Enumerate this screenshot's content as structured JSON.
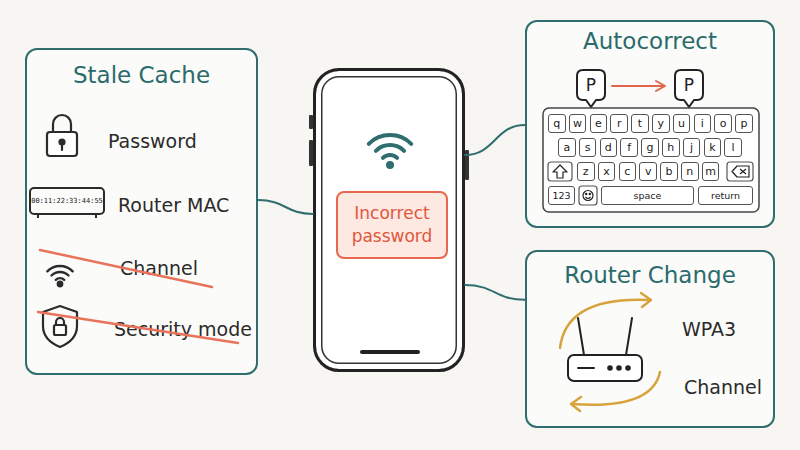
{
  "diagram": {
    "nodes": [
      {
        "text": [
          "Stale Cache",
          "Password",
          "Router MAC",
          "Channel",
          "Security mode"
        ]
      },
      {
        "text": []
      },
      {
        "text": [
          "Incorrect password"
        ],
        "in": 1
      },
      {
        "text": [
          "Autocorrect"
        ]
      },
      {
        "text": [
          "Router Change",
          "WPA3",
          "Channel"
        ]
      }
    ],
    "edges": [
      {
        "from": 0,
        "to": 1,
        "arrow": "none"
      },
      {
        "from": 1,
        "to": 3,
        "arrow": "none"
      },
      {
        "from": 1,
        "to": 4,
        "arrow": "none"
      }
    ],
    "labels": [
      "00:11:22:33:44:55",
      "P",
      "P",
      "q",
      "w",
      "e",
      "r",
      "t",
      "y",
      "u",
      "i",
      "o",
      "p",
      "a",
      "s",
      "d",
      "f",
      "g",
      "h",
      "j",
      "k",
      "l",
      "z",
      "x",
      "c",
      "v",
      "b",
      "n",
      "m",
      "123",
      "space",
      "return"
    ]
  }
}
